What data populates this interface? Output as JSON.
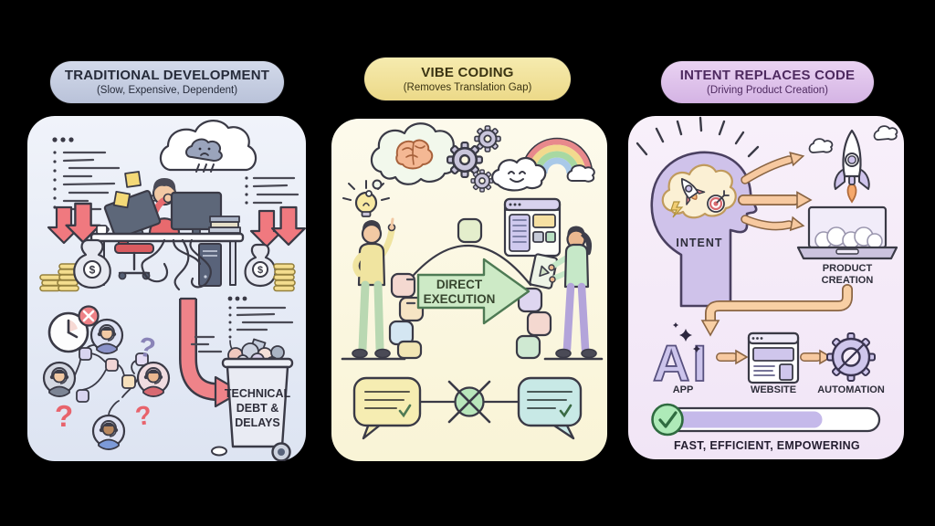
{
  "page": {
    "background": "#000000",
    "type": "three-panel infographic"
  },
  "columns": [
    {
      "title": "TRADITIONAL DEVELOPMENT",
      "subtitle": "(Slow, Expensive, Dependent)",
      "pill_bg": "#c6cee1",
      "pill_text": "#262b3a",
      "panel_bg": "#e3e8f3"
    },
    {
      "title": "VIBE CODING",
      "subtitle": "(Removes Translation Gap)",
      "pill_bg": "#f2e59c",
      "pill_text": "#3b3413",
      "panel_bg": "#fbf7e1"
    },
    {
      "title": "INTENT REPLACES CODE",
      "subtitle": "(Driving Product Creation)",
      "pill_bg": "#e1c5ec",
      "pill_text": "#4e2a60",
      "panel_bg": "#f5ecf8"
    }
  ],
  "traditional": {
    "trash_label": [
      "TECHNICAL",
      "DEBT &",
      "DELAYS"
    ],
    "question_mark": "?",
    "dollar_sign": "$",
    "accent_red": "#ef8389",
    "icons": [
      "code-lines",
      "storm-cloud-thought",
      "down-arrow",
      "money-bag",
      "coin-stack",
      "stressed-developer",
      "monitor",
      "tangled-cables",
      "sticky-note",
      "deadline-clock",
      "error-x-badge",
      "support-avatar",
      "question-mark",
      "process-maze",
      "red-curved-arrow",
      "trash-can"
    ]
  },
  "vibe": {
    "arrow_label": [
      "DIRECT",
      "EXECUTION"
    ],
    "accent_green": "#cdeac6",
    "icons": [
      "idea-bulb",
      "brain-thought-cloud",
      "gears",
      "happy-cloud-rainbow",
      "app-window",
      "person-pointing",
      "person-with-tablet",
      "block-arc",
      "direct-execution-arrow",
      "speech-bubble-yellow",
      "speech-bubble-teal",
      "no-translation-crossed-circle"
    ]
  },
  "intent": {
    "intent_label": "INTENT",
    "product_label": [
      "PRODUCT",
      "CREATION"
    ],
    "ai_label": "AI",
    "app_label": "APP",
    "website_label": "WEBSITE",
    "automation_label": "AUTOMATION",
    "tagline": "FAST, EFFICIENT, EMPOWERING",
    "progress_percent": 74,
    "progress_fill_width": 181,
    "accent_orange": "#f7c9a0",
    "accent_purple": "#cfc2ea",
    "icons": [
      "sun-rays",
      "head-profile",
      "intent-thought-cloud",
      "mini-rocket",
      "target",
      "lightning-bolt",
      "orange-arrows",
      "rocket-launch",
      "clouds",
      "laptop",
      "curved-orange-arrow",
      "sparkle",
      "ai-letters",
      "right-arrow",
      "website-window",
      "automation-gear",
      "check-circle",
      "progress-bar"
    ]
  }
}
